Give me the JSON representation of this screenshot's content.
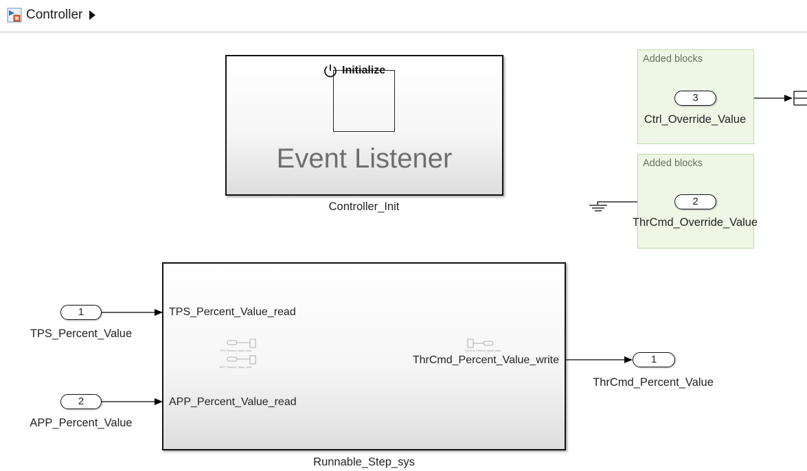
{
  "breadcrumb": {
    "model_name": "Controller",
    "icon": "model-icon",
    "expand_icon": "chevron-right-icon"
  },
  "blocks": {
    "controller_init": {
      "trigger_label": "Initialize",
      "trigger_icon": "power-icon",
      "body_text": "Event Listener",
      "name": "Controller_Init"
    },
    "runnable_step": {
      "name": "Runnable_Step_sys",
      "inputs": [
        "TPS_Percent_Value_read",
        "APP_Percent_Value_read"
      ],
      "outputs": [
        "ThrCmd_Percent_Value_write"
      ],
      "mini_labels_left": [
        "TPS_Percent_Value_read",
        "APP_Percent_Value_read"
      ],
      "mini_labels_right": [
        "ThrCmd_Percent_Value_write"
      ]
    }
  },
  "areas": [
    {
      "title": "Added blocks"
    },
    {
      "title": "Added blocks"
    }
  ],
  "ports": {
    "inport_1": {
      "number": "1",
      "name": "TPS_Percent_Value"
    },
    "inport_2": {
      "number": "2",
      "name": "APP_Percent_Value"
    },
    "inport_3": {
      "number": "3",
      "name": "Ctrl_Override_Value"
    },
    "outport_1": {
      "number": "1",
      "name": "ThrCmd_Percent_Value"
    },
    "outport_2": {
      "number": "2",
      "name": "ThrCmd_Override_Value"
    }
  },
  "colors": {
    "area_fill": "#eef7e6",
    "area_border": "#b9d8a5",
    "event_listener_text": "#6e6e6e",
    "wire": "#000000"
  }
}
